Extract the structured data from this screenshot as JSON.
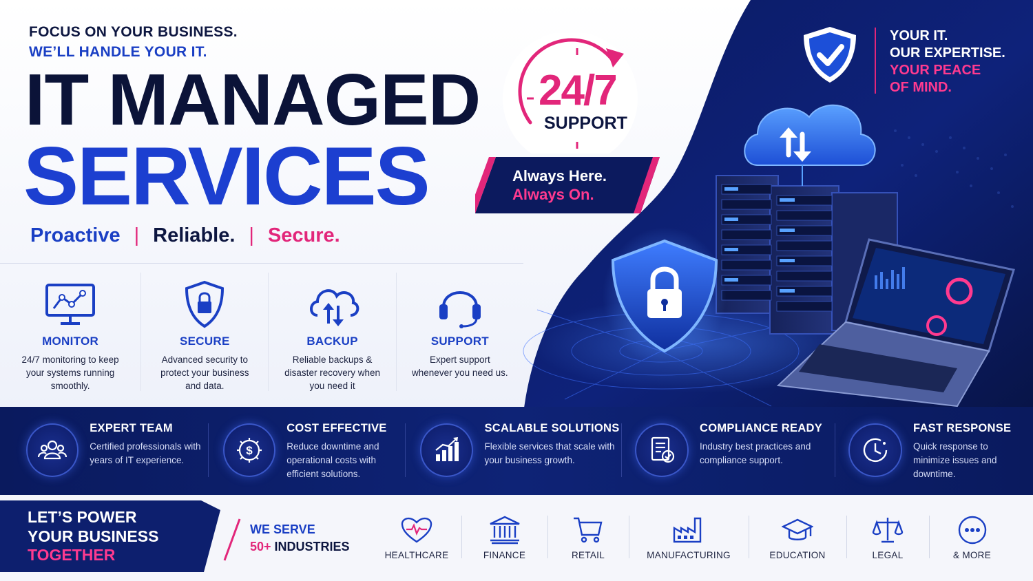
{
  "header": {
    "tagline_line1": "FOCUS ON YOUR BUSINESS.",
    "tagline_line2": "WE’LL HANDLE YOUR IT.",
    "title_line1": "IT MANAGED",
    "title_line2": "SERVICES"
  },
  "pillars": {
    "p1": "Proactive",
    "p2": "Reliable.",
    "p3": "Secure.",
    "separator": "|"
  },
  "support_badge": {
    "hours": "24/7",
    "label": "SUPPORT",
    "always_line1": "Always Here.",
    "always_line2": "Always On."
  },
  "expertise": {
    "line1": "YOUR IT.",
    "line2": "OUR EXPERTISE.",
    "line3": "YOUR PEACE",
    "line4": "OF MIND."
  },
  "services": [
    {
      "icon": "monitor-icon",
      "name": "MONITOR",
      "desc": "24/7 monitoring to keep your systems running smoothly."
    },
    {
      "icon": "shield-lock-icon",
      "name": "SECURE",
      "desc": "Advanced security to protect your business and data."
    },
    {
      "icon": "cloud-sync-icon",
      "name": "BACKUP",
      "desc": "Reliable backups & disaster recovery when you need it"
    },
    {
      "icon": "headset-icon",
      "name": "SUPPORT",
      "desc": "Expert support whenever you need us."
    }
  ],
  "features": [
    {
      "icon": "team-icon",
      "title": "EXPERT TEAM",
      "desc": "Certified professionals with years of IT experience."
    },
    {
      "icon": "dollar-gear-icon",
      "title": "COST EFFECTIVE",
      "desc": "Reduce downtime and operational costs with efficient solutions."
    },
    {
      "icon": "growth-chart-icon",
      "title": "SCALABLE SOLUTIONS",
      "desc": "Flexible services that scale with your business growth."
    },
    {
      "icon": "compliance-doc-icon",
      "title": "COMPLIANCE READY",
      "desc": "Industry best practices and compliance support."
    },
    {
      "icon": "clock-icon",
      "title": "FAST RESPONSE",
      "desc": "Quick response to minimize issues and downtime."
    }
  ],
  "cta": {
    "line1": "LET’S POWER",
    "line2": "YOUR BUSINESS",
    "line3": "TOGETHER"
  },
  "serve": {
    "line1": "WE SERVE",
    "count": "50+",
    "line2_rest": " INDUSTRIES"
  },
  "industries": [
    {
      "icon": "heart-pulse-icon",
      "label": "HEALTHCARE"
    },
    {
      "icon": "bank-icon",
      "label": "FINANCE"
    },
    {
      "icon": "cart-icon",
      "label": "RETAIL"
    },
    {
      "icon": "factory-icon",
      "label": "MANUFACTURING"
    },
    {
      "icon": "graduation-cap-icon",
      "label": "EDUCATION"
    },
    {
      "icon": "scales-icon",
      "label": "LEGAL"
    },
    {
      "icon": "more-icon",
      "label": "& MORE"
    }
  ],
  "colors": {
    "navy": "#0d1640",
    "brand_blue": "#1c3fd0",
    "accent_pink": "#e2267a",
    "band_dark": "#0a1a5e"
  }
}
